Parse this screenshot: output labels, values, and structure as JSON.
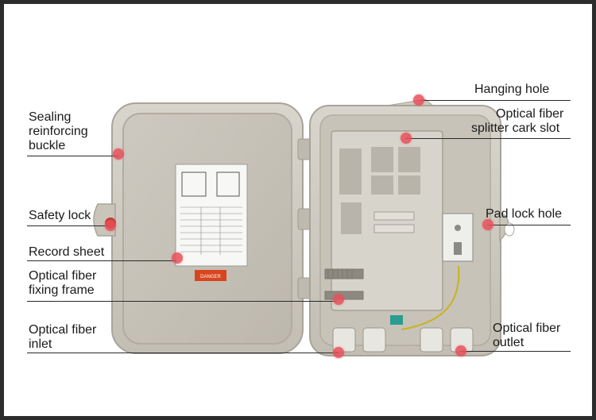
{
  "labels": {
    "hanging_hole": "Hanging hole",
    "optical_fiber_splitter_l1": "Optical fiber",
    "optical_fiber_splitter_l2": "splitter cark slot",
    "sealing_l1": "Sealing",
    "sealing_l2": "reinforcing",
    "sealing_l3": "buckle",
    "safety_lock": "Safety lock",
    "pad_lock_hole": "Pad lock hole",
    "record_sheet": "Record sheet",
    "fixing_frame_l1": "Optical fiber",
    "fixing_frame_l2": "fixing frame",
    "inlet_l1": "Optical fiber",
    "inlet_l2": "inlet",
    "outlet_l1": "Optical fiber",
    "outlet_l2": "outlet"
  },
  "sheet": {
    "danger_text": "DANGER"
  },
  "colors": {
    "marker": "#e8505b",
    "enclosure": "#cfcbc2",
    "frame": "#2c2c2c"
  }
}
